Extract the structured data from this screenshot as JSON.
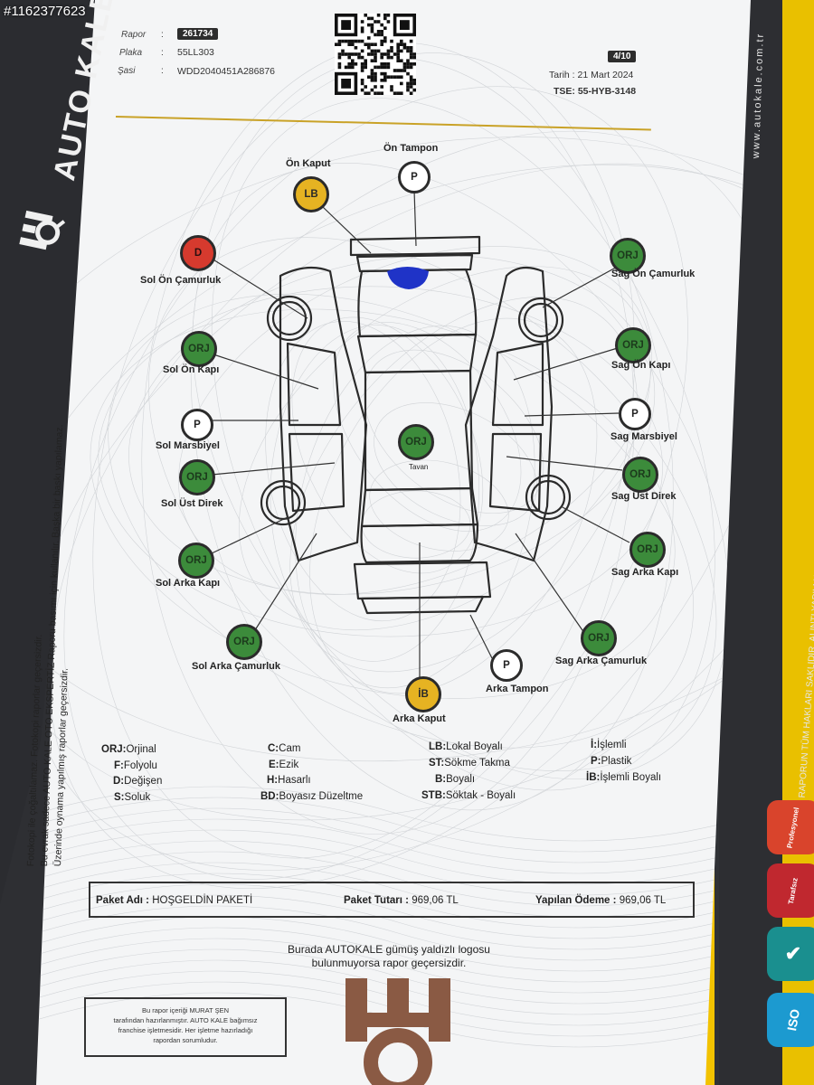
{
  "watermark": "#1162377623",
  "brand": "AUTO KALE",
  "website": "www.autokale.com.tr",
  "rights": "\" BU RAPORUN TÜM HAKLARI SAKLIDIR. ALINTI YAPILMASI VEYA KOPYALANMASI YASAKTIR. \"",
  "side_text": [
    "Fotokopi ile çoğaltılamaz. Fotokopi raporlar geçersizdir.",
    "Bu evrak sadece AUTO KALE OTO EKSPERTİZ Raporu basımı için kullanılır. Başka bir baskı yapılamaz.",
    "Üzerinde oynama yapılmış raporlar geçersizdir."
  ],
  "header": {
    "rapor_label": "Rapor",
    "rapor_value": "261734",
    "plaka_label": "Plaka",
    "plaka_value": "55LL303",
    "sasi_label": "Şasi",
    "sasi_value": "WDD2040451A286876",
    "colon": ":",
    "page": "4/10",
    "tarih": "Tarih : 21 Mart 2024",
    "tse": "TSE: 55-HYB-3148"
  },
  "parts": {
    "on_tampon": {
      "label": "Ön Tampon",
      "code": "P"
    },
    "on_kaput": {
      "label": "Ön Kaput",
      "code": "LB"
    },
    "sol_on_camurluk": {
      "label": "Sol Ön Çamurluk",
      "code": "D"
    },
    "sag_on_camurluk": {
      "label": "Sag Ön Çamurluk",
      "code": "ORJ"
    },
    "sol_on_kapi": {
      "label": "Sol Ön Kapı",
      "code": "ORJ"
    },
    "sag_on_kapi": {
      "label": "Sag Ön Kapı",
      "code": "ORJ"
    },
    "sol_marsbiyel": {
      "label": "Sol Marsbiyel",
      "code": "P"
    },
    "sag_marsbiyel": {
      "label": "Sag Marsbiyel",
      "code": "P"
    },
    "tavan": {
      "label": "Tavan",
      "code": "ORJ"
    },
    "sol_ust_direk": {
      "label": "Sol Üst Direk",
      "code": "ORJ"
    },
    "sag_ust_direk": {
      "label": "Sag Üst Direk",
      "code": "ORJ"
    },
    "sol_arka_kapi": {
      "label": "Sol Arka Kapı",
      "code": "ORJ"
    },
    "sag_arka_kapi": {
      "label": "Sag Arka Kapı",
      "code": "ORJ"
    },
    "sol_arka_camurluk": {
      "label": "Sol Arka Çamurluk",
      "code": "ORJ"
    },
    "sag_arka_camurluk": {
      "label": "Sag Arka Çamurluk",
      "code": "ORJ"
    },
    "arka_tampon": {
      "label": "Arka Tampon",
      "code": "P"
    },
    "arka_kaput": {
      "label": "Arka Kaput",
      "code": "İB"
    }
  },
  "legend": [
    {
      "code": "ORJ:",
      "text": "Orjinal"
    },
    {
      "code": "F:",
      "text": "Folyolu"
    },
    {
      "code": "D:",
      "text": "Değişen"
    },
    {
      "code": "S:",
      "text": "Soluk"
    },
    {
      "code": "C:",
      "text": "Cam"
    },
    {
      "code": "E:",
      "text": "Ezik"
    },
    {
      "code": "H:",
      "text": "Hasarlı"
    },
    {
      "code": "BD:",
      "text": "Boyasız Düzeltme"
    },
    {
      "code": "LB:",
      "text": "Lokal Boyalı"
    },
    {
      "code": "ST:",
      "text": "Sökme Takma"
    },
    {
      "code": "B:",
      "text": "Boyalı"
    },
    {
      "code": "STB:",
      "text": "Söktak - Boyalı"
    },
    {
      "code": "İ:",
      "text": "İşlemli"
    },
    {
      "code": "P:",
      "text": "Plastik"
    },
    {
      "code": "İB:",
      "text": "İşlemli Boyalı"
    }
  ],
  "paket": {
    "adi_label": "Paket Adı :",
    "adi_value": "HOŞGELDİN PAKETİ",
    "tutari_label": "Paket Tutarı :",
    "tutari_value": "969,06 TL",
    "odeme_label": "Yapılan Ödeme :",
    "odeme_value": "969,06 TL"
  },
  "note_line1": "Burada AUTOKALE gümüş yaldızlı logosu",
  "note_line2": "bulunmuyorsa rapor geçersizdir.",
  "box_note": [
    "Bu rapor içeriği MURAT ŞEN",
    "tarafından hazırlanmıştır. AUTO KALE bağımsız",
    "franchise işletmesidir. Her işletme hazırladığı",
    "rapordan sorumludur."
  ],
  "badges": [
    {
      "label": "Profesyonel",
      "color": "#d9442c"
    },
    {
      "label": "Tarafsız",
      "color": "#c0282f"
    },
    {
      "label": "",
      "color": "#1a8f8f"
    },
    {
      "label": "ISO",
      "color": "#1c9ad0"
    }
  ],
  "colors": {
    "orj": "#3c8b3b",
    "lb": "#e6b322",
    "d": "#d63a2e",
    "blue_spot": "#1f33c7",
    "gold": "#c9a227"
  }
}
